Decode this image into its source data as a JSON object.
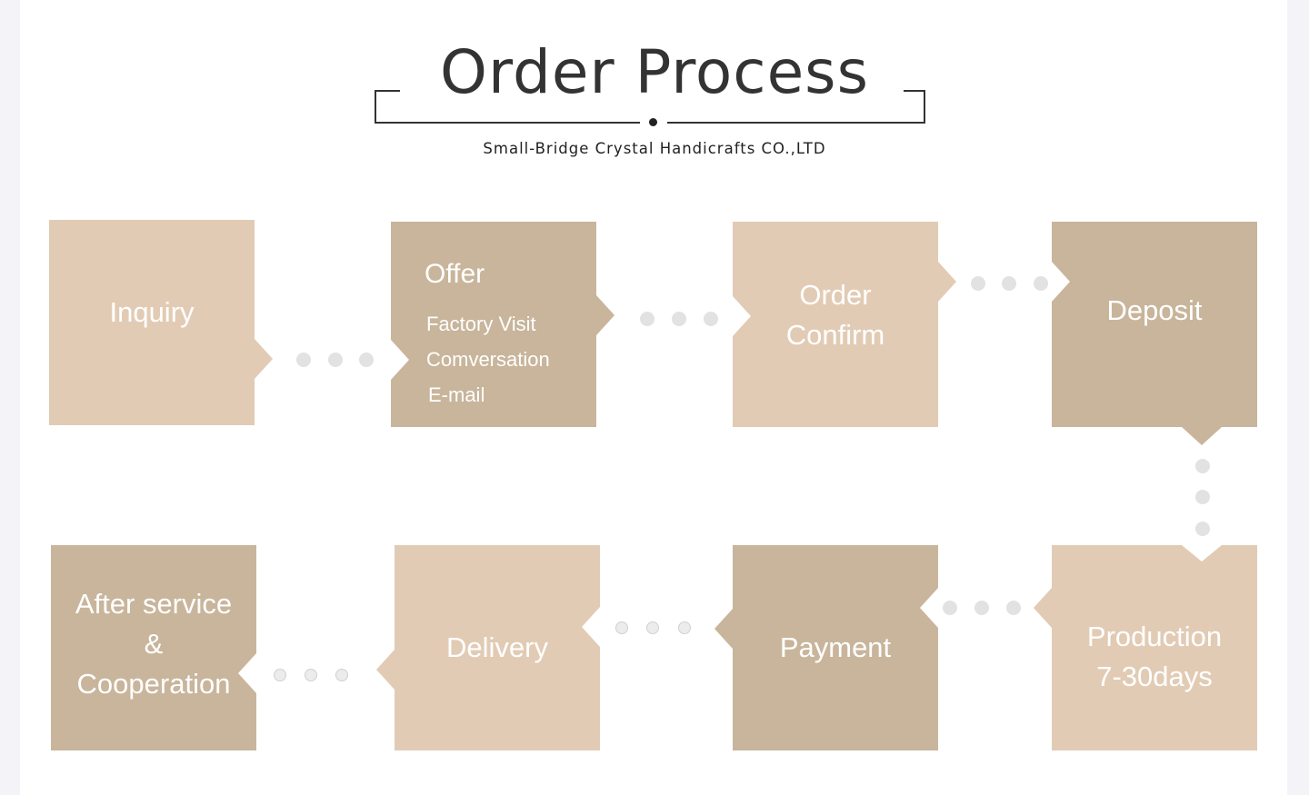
{
  "header": {
    "title": "Order Process",
    "subtitle": "Small-Bridge Crystal Handicrafts CO.,LTD"
  },
  "steps": [
    {
      "label": "Inquiry"
    },
    {
      "label": "Offer",
      "details": [
        "Factory Visit",
        "Comversation",
        "E-mail"
      ]
    },
    {
      "label_lines": [
        "Order",
        "Confirm"
      ]
    },
    {
      "label": "Deposit"
    },
    {
      "label_lines": [
        "Production",
        "7-30days"
      ]
    },
    {
      "label": "Payment"
    },
    {
      "label": "Delivery"
    },
    {
      "label_lines": [
        "After service",
        "&",
        "Cooperation"
      ]
    }
  ],
  "colors": {
    "box_light": "#e2cbb4",
    "box_dark": "#c8b59b",
    "connector_dot": "#e2e2e2",
    "title": "#333333"
  }
}
